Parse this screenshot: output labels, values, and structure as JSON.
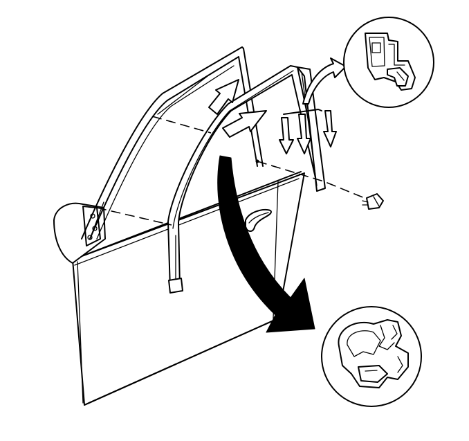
{
  "diagram": {
    "subject": "door-window-weatherstrip-installation",
    "colors": {
      "line": "#000000",
      "background": "#ffffff"
    },
    "callouts": [
      {
        "id": "upper-detail",
        "icon": "channel-cross-section-icon"
      },
      {
        "id": "lower-detail",
        "icon": "channel-cross-section-icon"
      }
    ]
  }
}
